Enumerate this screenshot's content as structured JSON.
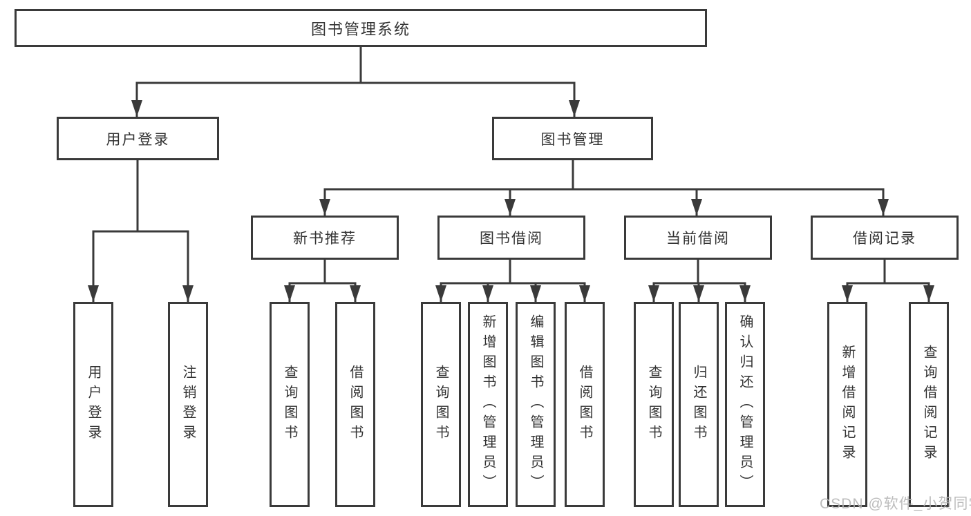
{
  "diagram": {
    "title": "图书管理系统",
    "branches": [
      {
        "label": "用户登录",
        "children": [
          {
            "label": "用户登录"
          },
          {
            "label": "注销登录"
          }
        ]
      },
      {
        "label": "图书管理",
        "children": [
          {
            "label": "新书推荐",
            "children": [
              {
                "label": "查询图书"
              },
              {
                "label": "借阅图书"
              }
            ]
          },
          {
            "label": "图书借阅",
            "children": [
              {
                "label": "查询图书"
              },
              {
                "label": "新增图书（管理员）"
              },
              {
                "label": "编辑图书（管理员）"
              },
              {
                "label": "借阅图书"
              }
            ]
          },
          {
            "label": "当前借阅",
            "children": [
              {
                "label": "查询图书"
              },
              {
                "label": "归还图书"
              },
              {
                "label": "确认归还（管理员）"
              }
            ]
          },
          {
            "label": "借阅记录",
            "children": [
              {
                "label": "新增借阅记录"
              },
              {
                "label": "查询借阅记录"
              }
            ]
          }
        ]
      }
    ]
  },
  "watermark": {
    "text": "CSDN @软件_小贺同学"
  },
  "colors": {
    "line": "#3a3a3a",
    "box_border": "#3a3a3a",
    "box_fill": "#ffffff",
    "text": "#333333",
    "watermark": "#b5b5b5"
  }
}
